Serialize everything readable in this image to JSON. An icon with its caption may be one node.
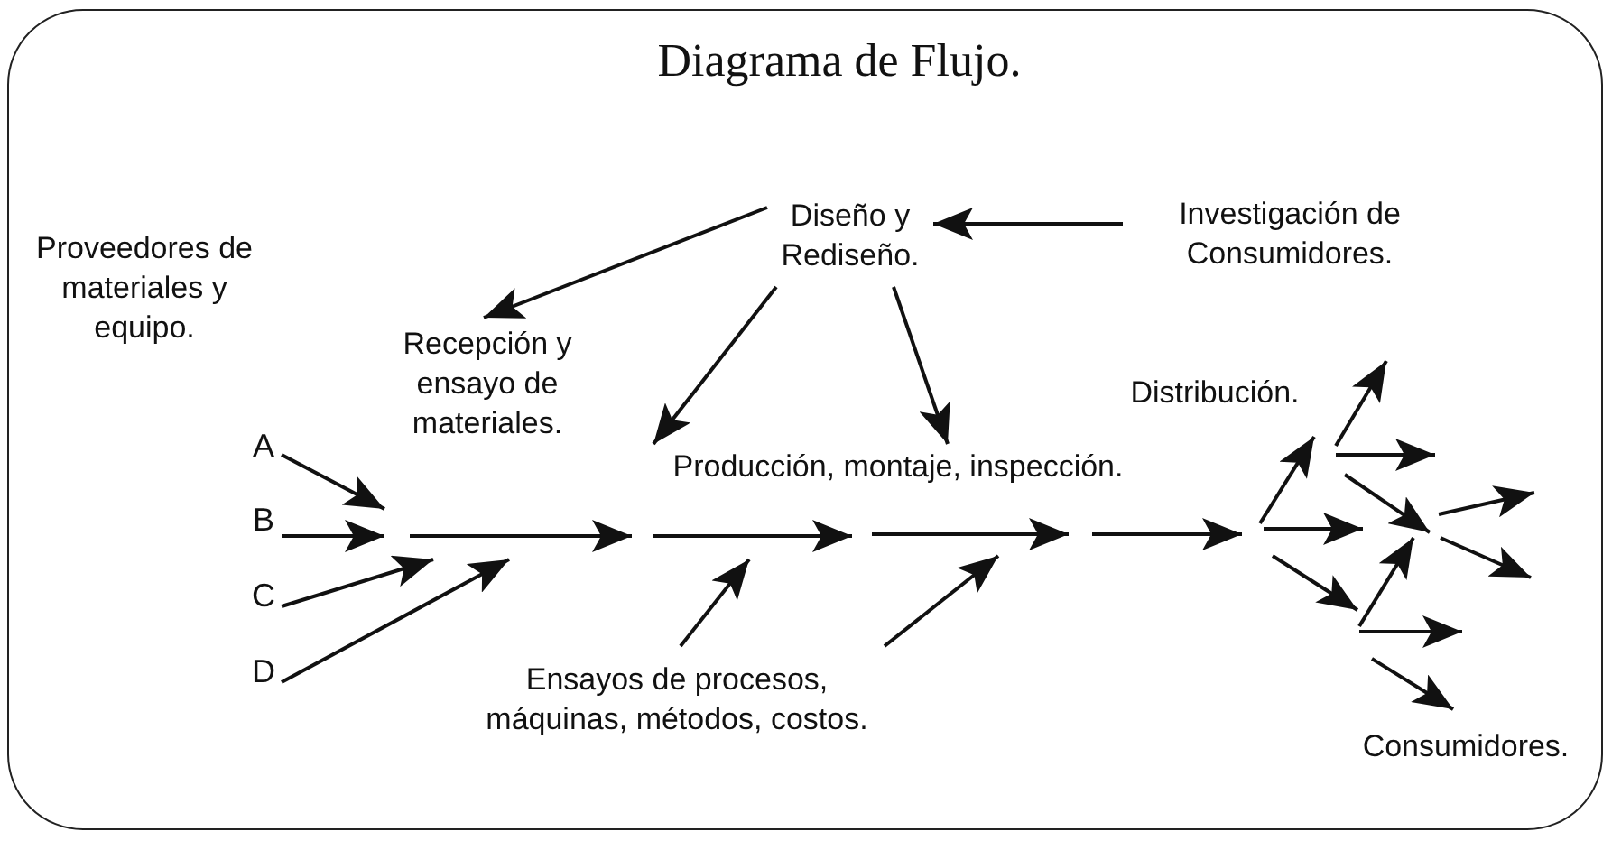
{
  "diagram": {
    "title": "Diagrama de Flujo.",
    "nodes": [
      {
        "text": [
          "Proveedores de materiales y equipo."
        ]
      },
      {
        "text": [
          "Diseño y Rediseño."
        ]
      },
      {
        "text": [
          "Investigación de Consumidores."
        ]
      },
      {
        "text": [
          "Recepción y ensayo de materiales."
        ]
      },
      {
        "text": [
          "Producción, montaje, inspección."
        ]
      },
      {
        "text": [
          "Distribución."
        ]
      },
      {
        "text": [
          "Ensayos de procesos, máquinas, métodos, costos."
        ]
      },
      {
        "text": [
          "Consumidores."
        ]
      },
      {
        "text": [
          "A"
        ]
      },
      {
        "text": [
          "B"
        ]
      },
      {
        "text": [
          "C"
        ]
      },
      {
        "text": [
          "D"
        ]
      }
    ],
    "edges": [
      {
        "from": 2,
        "to": 1,
        "arrow": "to"
      },
      {
        "from": 1,
        "to": 3,
        "arrow": "to"
      },
      {
        "from": 1,
        "to": 4,
        "arrow": "to"
      },
      {
        "from": 1,
        "to": 4,
        "arrow": "to"
      },
      {
        "from": 8,
        "to": null,
        "arrow": "to"
      },
      {
        "from": 9,
        "to": null,
        "arrow": "to"
      },
      {
        "from": 10,
        "to": null,
        "arrow": "to"
      },
      {
        "from": 11,
        "to": null,
        "arrow": "to"
      },
      {
        "from": 6,
        "to": null,
        "arrow": "to"
      },
      {
        "from": 6,
        "to": null,
        "arrow": "to"
      }
    ]
  }
}
